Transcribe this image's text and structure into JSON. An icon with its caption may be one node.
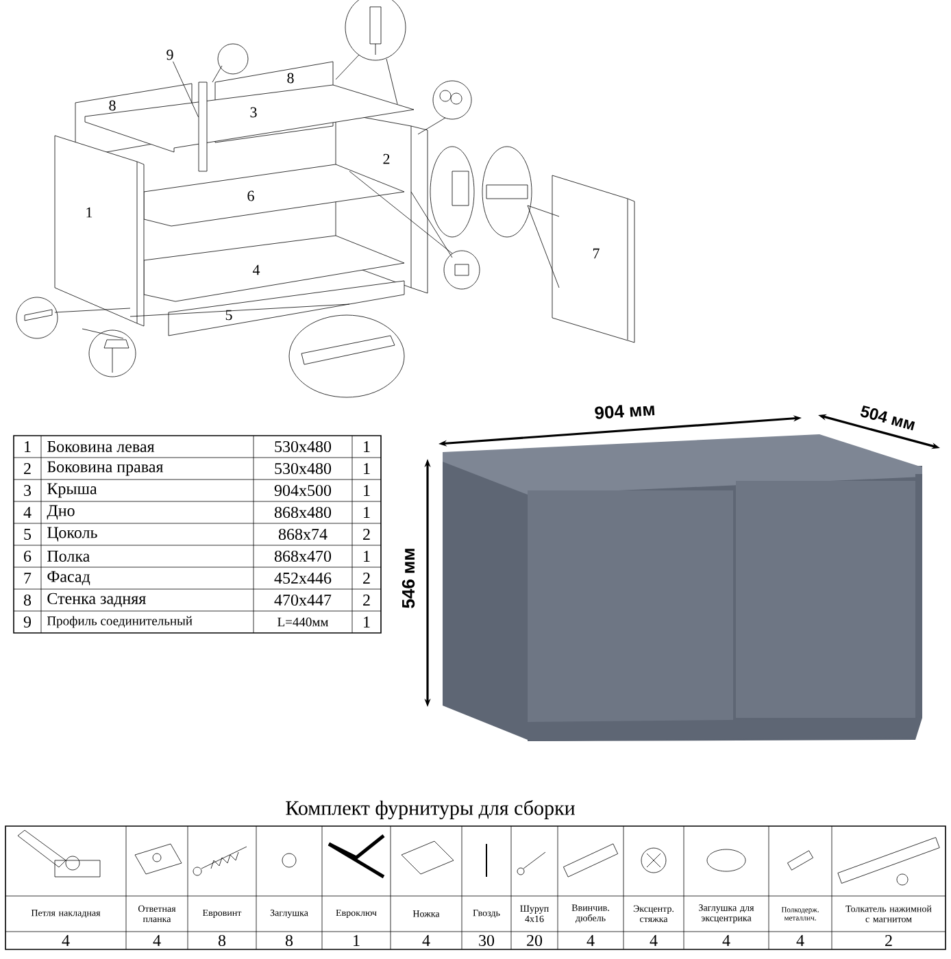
{
  "diagram": {
    "nodes": [
      {
        "text": [
          "9"
        ]
      },
      {
        "text": [],
        "shape": "bar"
      }
    ],
    "edges": [
      {
        "from": 0,
        "to": 1,
        "arrow": "none"
      }
    ],
    "labels": [
      "8",
      "8",
      "3",
      "2",
      "6",
      "1",
      "4",
      "5",
      "7",
      "1",
      "Боковина левая",
      "530x480",
      "1",
      "2",
      "Боковина правая",
      "530x480",
      "1",
      "3",
      "Крыша",
      "904x500",
      "1",
      "4",
      "Дно",
      "868x480",
      "1",
      "5",
      "Цоколь",
      "868x74",
      "2",
      "6",
      "Полка",
      "868x470",
      "1",
      "7",
      "Фасад",
      "452x446",
      "2",
      "8",
      "Стенка задняя",
      "470x447",
      "2",
      "9",
      "Профиль соединительный",
      "L=440мм",
      "1",
      "904 мм",
      "504 мм",
      "546 мм",
      "Комплект фурнитуры для сборки",
      "Петля накладная",
      "Ответная планка",
      "Евровинт",
      "Заглушка",
      "Евроключ",
      "Ножка",
      "Гвоздь",
      "Шуруп 4x16",
      "Ввинчив. дюбель",
      "Эксцентр. стяжка",
      "Заглушка для эксцентрика",
      "Полкодерж. металлич.",
      "Толкатель нажимной с магнитом",
      "4",
      "4",
      "8",
      "8",
      "1",
      "4",
      "30",
      "20",
      "4",
      "4",
      "4",
      "4",
      "2"
    ]
  }
}
